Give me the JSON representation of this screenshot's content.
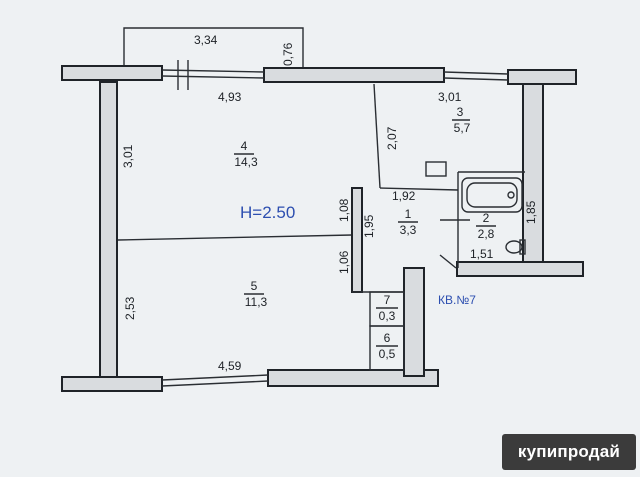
{
  "plan": {
    "height_label": "H=2.50",
    "apartment_label": "КВ.№7",
    "rooms": [
      {
        "number": "1",
        "area": "3,3"
      },
      {
        "number": "2",
        "area": "2,8"
      },
      {
        "number": "3",
        "area": "5,7"
      },
      {
        "number": "4",
        "area": "14,3"
      },
      {
        "number": "5",
        "area": "11,3"
      },
      {
        "number": "6",
        "area": "0,5"
      },
      {
        "number": "7",
        "area": "0,3"
      }
    ],
    "dimensions": {
      "balcony_width": "3,34",
      "balcony_depth": "0,76",
      "room4_width": "4,93",
      "room4_depth": "3,01",
      "room3_width": "3,01",
      "room3_depth": "2,07",
      "hall_width": "1,92",
      "hall_depth": "1,95",
      "hall_left_upper": "1,08",
      "hall_left_lower": "1,06",
      "bath_depth": "1,85",
      "bath_width": "1,51",
      "room5_width": "4,59",
      "room5_depth": "2,53"
    }
  },
  "watermark": {
    "text": "купипродай"
  }
}
